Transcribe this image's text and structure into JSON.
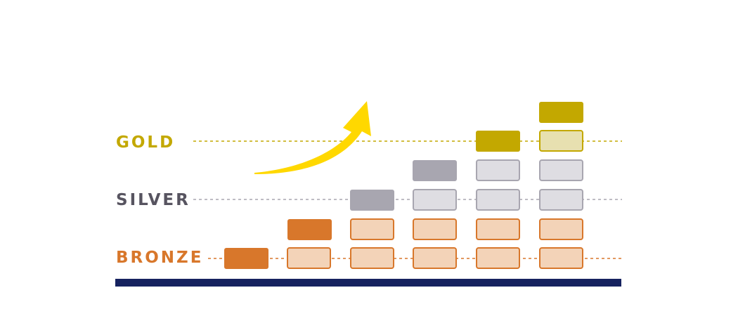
{
  "tiers": [
    {
      "label": "GOLD",
      "color": "#C3A800",
      "fill_light": "#E7E0B0",
      "stroke": "#C3A800"
    },
    {
      "label": "SILVER",
      "color": "#575460",
      "solid": "#A8A6B0",
      "fill_light": "#DEDDE2",
      "stroke": "#A8A6B0",
      "dash": "#A8A6B0"
    },
    {
      "label": "BRONZE",
      "color": "#D8772B",
      "fill_light": "#F3D3B8",
      "stroke": "#D8772B"
    }
  ],
  "columns": [
    {
      "bronze_boxes": 1,
      "silver_boxes": 0,
      "gold_boxes": 0
    },
    {
      "bronze_boxes": 2,
      "silver_boxes": 0,
      "gold_boxes": 0
    },
    {
      "bronze_boxes": 2,
      "silver_boxes": 1,
      "gold_boxes": 0
    },
    {
      "bronze_boxes": 2,
      "silver_boxes": 2,
      "gold_boxes": 0
    },
    {
      "bronze_boxes": 2,
      "silver_boxes": 2,
      "gold_boxes": 1
    },
    {
      "bronze_boxes": 2,
      "silver_boxes": 2,
      "gold_boxes": 2
    }
  ],
  "colors": {
    "gold_dash": "#C3A800",
    "baseline": "#16225F",
    "arrow": "#FFD800"
  },
  "icons": {
    "growth_arrow": "curved-up-arrow"
  }
}
